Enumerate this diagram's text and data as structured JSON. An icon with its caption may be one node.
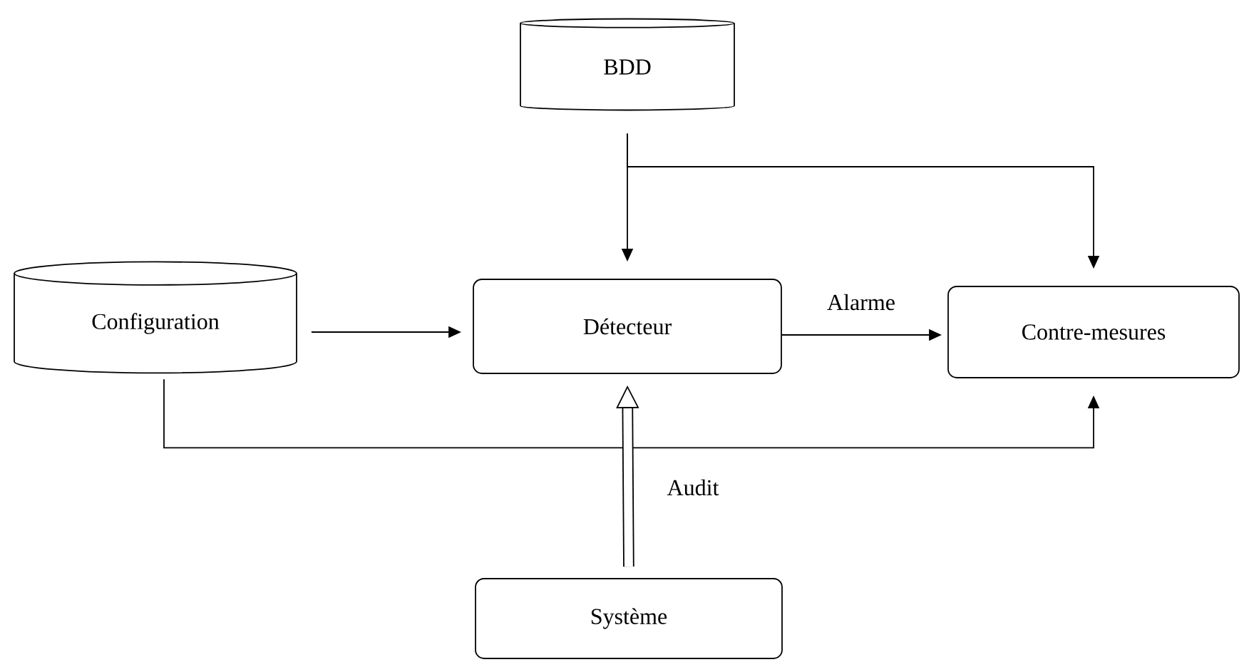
{
  "diagram": {
    "nodes": [
      {
        "text": [
          "BDD"
        ]
      },
      {
        "text": [
          "Configuration"
        ]
      },
      {
        "text": [
          "Détecteur"
        ]
      },
      {
        "text": [
          "Contre-mesures"
        ]
      },
      {
        "text": [
          "Système"
        ]
      }
    ],
    "edges": [
      {
        "from": 0,
        "to": 2,
        "arrow": "to"
      },
      {
        "from": 0,
        "to": 3,
        "arrow": "to"
      },
      {
        "from": 1,
        "to": 2,
        "arrow": "to"
      },
      {
        "from": 1,
        "to": 3,
        "arrow": "to"
      },
      {
        "from": 2,
        "to": 3,
        "arrow": "to",
        "label": "Alarme"
      },
      {
        "from": 4,
        "to": 2,
        "arrow": "to",
        "label": "Audit",
        "style": "thick"
      }
    ]
  }
}
